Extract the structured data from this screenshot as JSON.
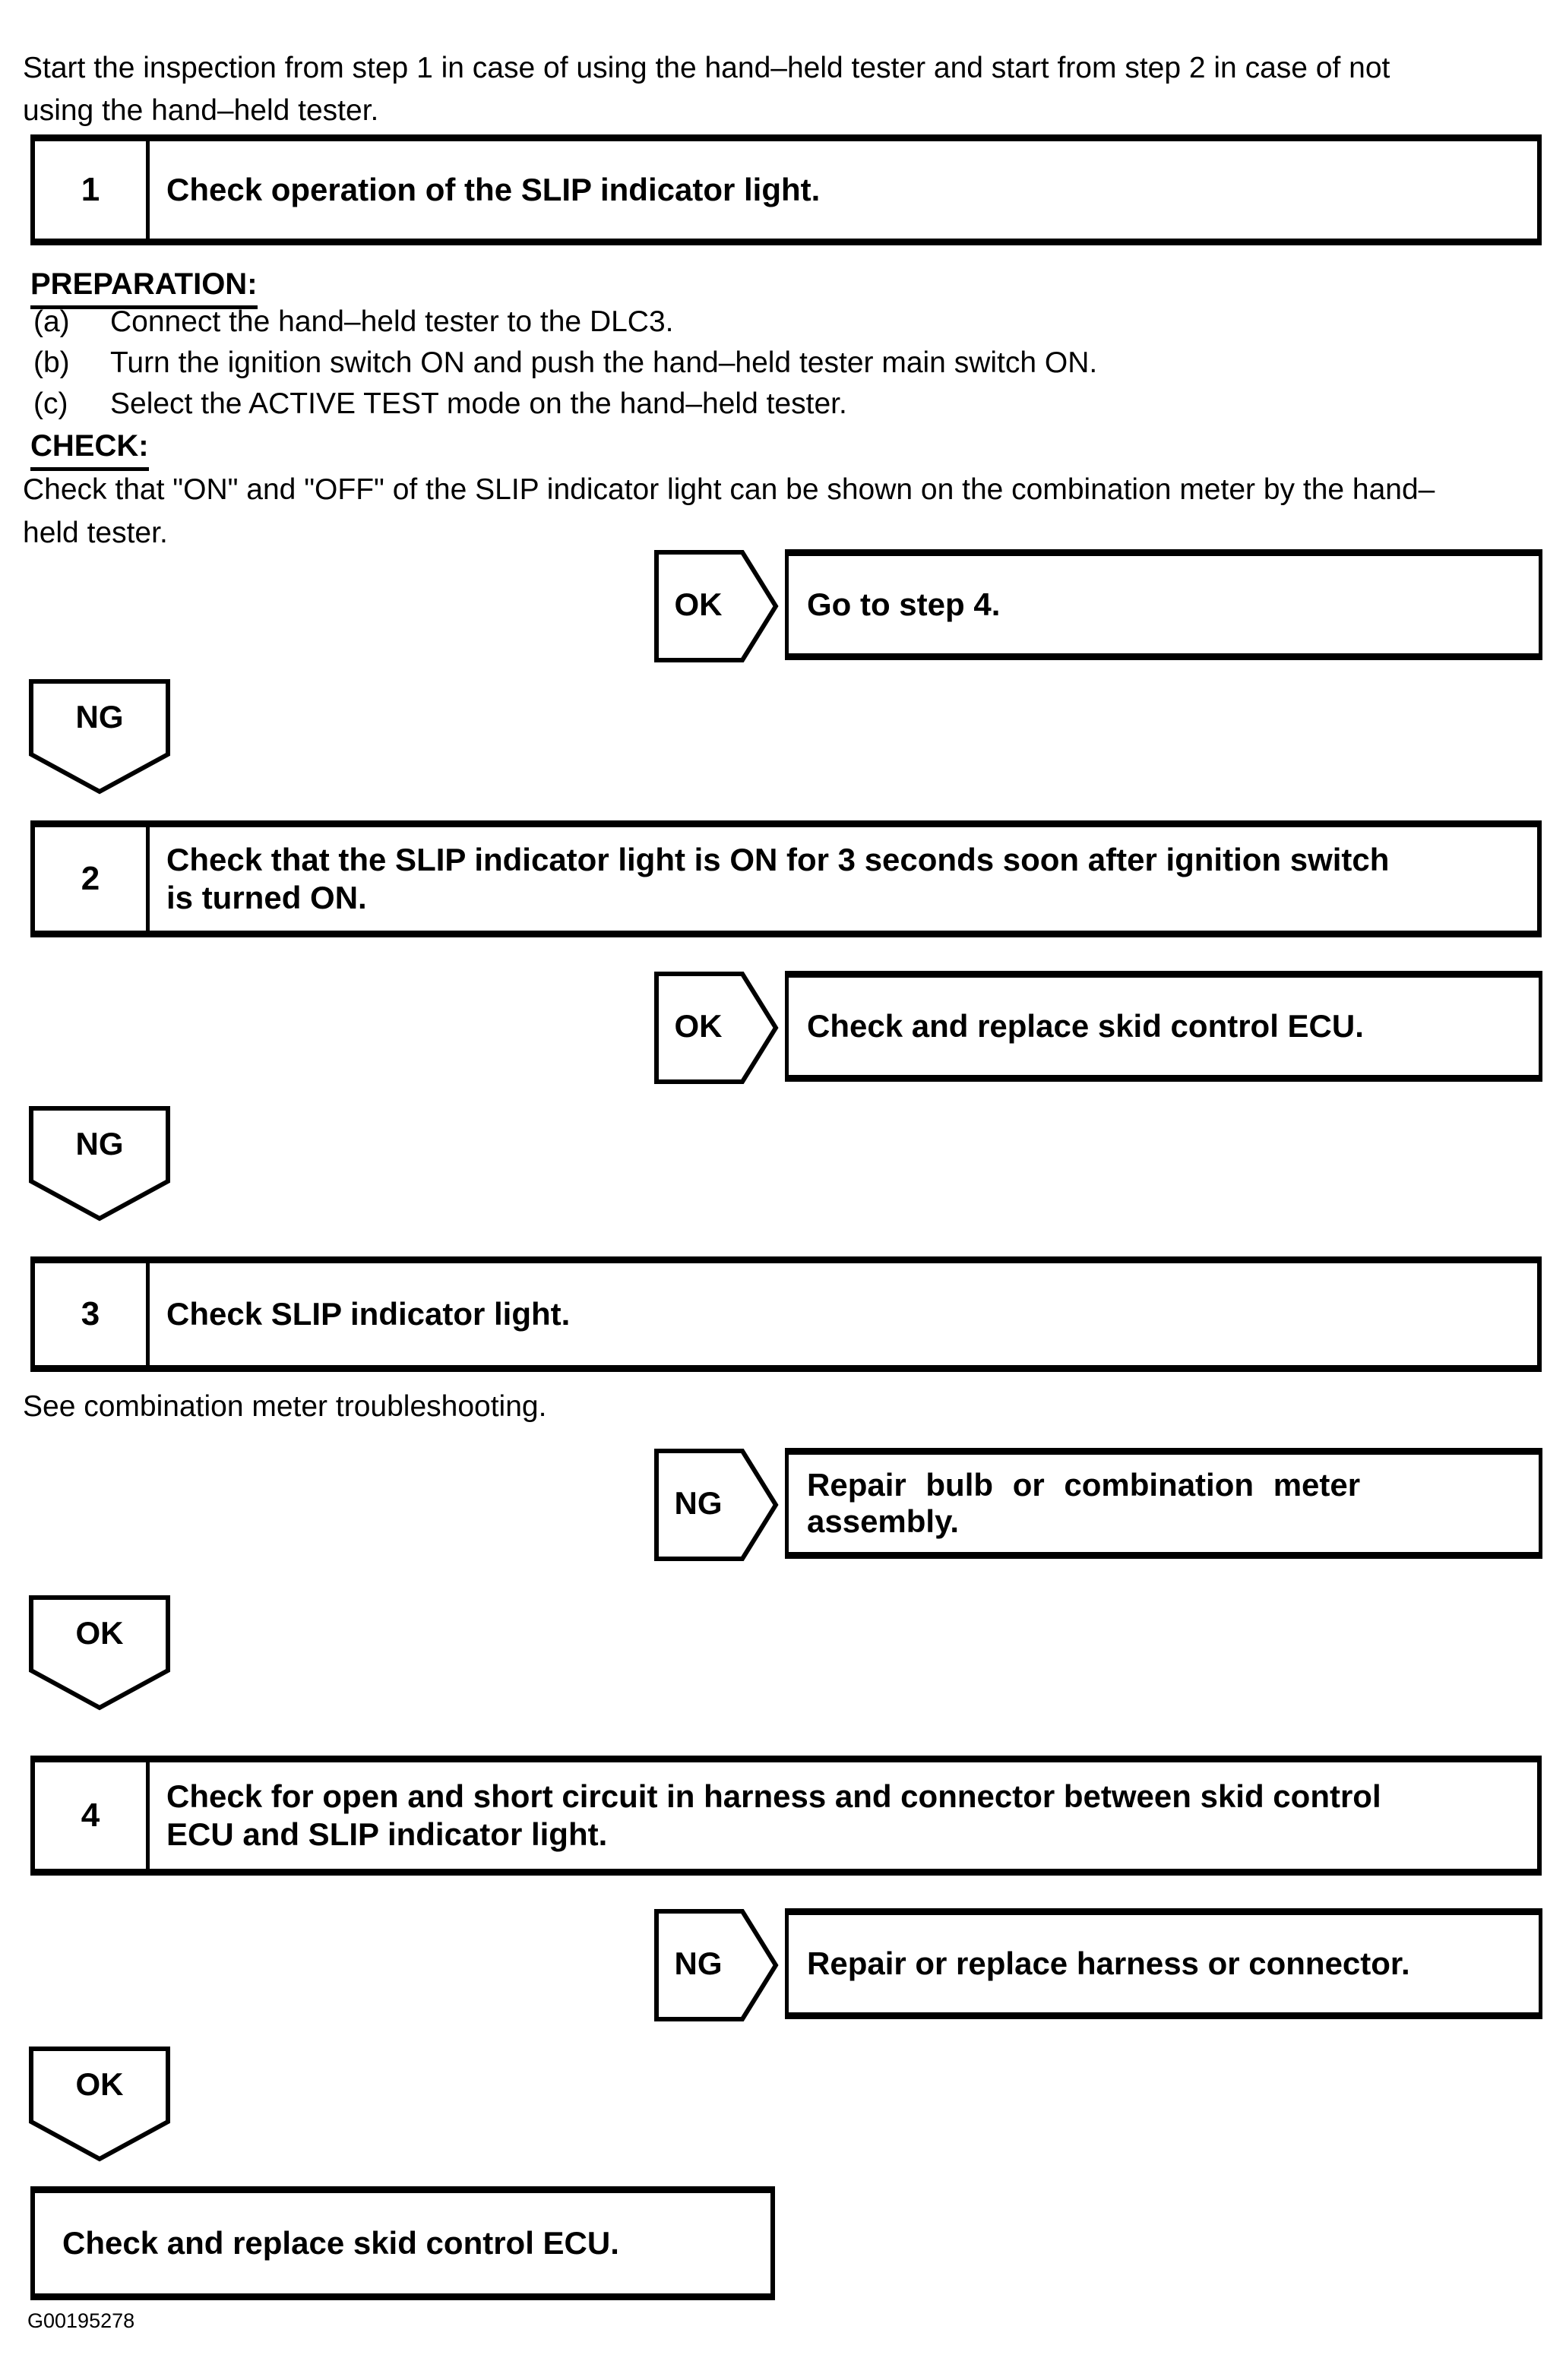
{
  "intro": "Start the inspection from step 1 in case of using the hand–held tester and start from step 2 in case of not\nusing the hand–held tester.",
  "step1": {
    "num": "1",
    "title": "Check operation of the SLIP indicator light."
  },
  "preparation": {
    "heading": "PREPARATION:",
    "items": [
      {
        "label": "(a)",
        "text": "Connect the hand–held tester to the DLC3."
      },
      {
        "label": "(b)",
        "text": "Turn the ignition switch ON and push the hand–held tester main switch ON."
      },
      {
        "label": "(c)",
        "text": "Select the ACTIVE TEST mode on the hand–held tester."
      }
    ]
  },
  "check": {
    "heading": "CHECK:",
    "text": "Check that \"ON\" and \"OFF\" of the SLIP indicator light can be shown on the combination meter by the hand–\nheld tester."
  },
  "branch1": {
    "verdict": "OK",
    "action": "Go to step 4."
  },
  "connector1": {
    "verdict": "NG"
  },
  "step2": {
    "num": "2",
    "title": "Check that the SLIP indicator light is ON for 3 seconds soon after ignition switch\nis turned ON."
  },
  "branch2": {
    "verdict": "OK",
    "action": "Check and replace skid control ECU."
  },
  "connector2": {
    "verdict": "NG"
  },
  "step3": {
    "num": "3",
    "title": "Check SLIP indicator light."
  },
  "step3_note": "See combination meter troubleshooting.",
  "branch3": {
    "verdict": "NG",
    "action": "Repair bulb or combination meter assembly."
  },
  "connector3": {
    "verdict": "OK"
  },
  "step4": {
    "num": "4",
    "title": "Check for open and short circuit in harness and connector between skid control\nECU and SLIP indicator light."
  },
  "branch4": {
    "verdict": "NG",
    "action": "Repair or replace harness or connector."
  },
  "connector4": {
    "verdict": "OK"
  },
  "final_action": "Check and replace skid control ECU.",
  "figure_id": "G00195278"
}
